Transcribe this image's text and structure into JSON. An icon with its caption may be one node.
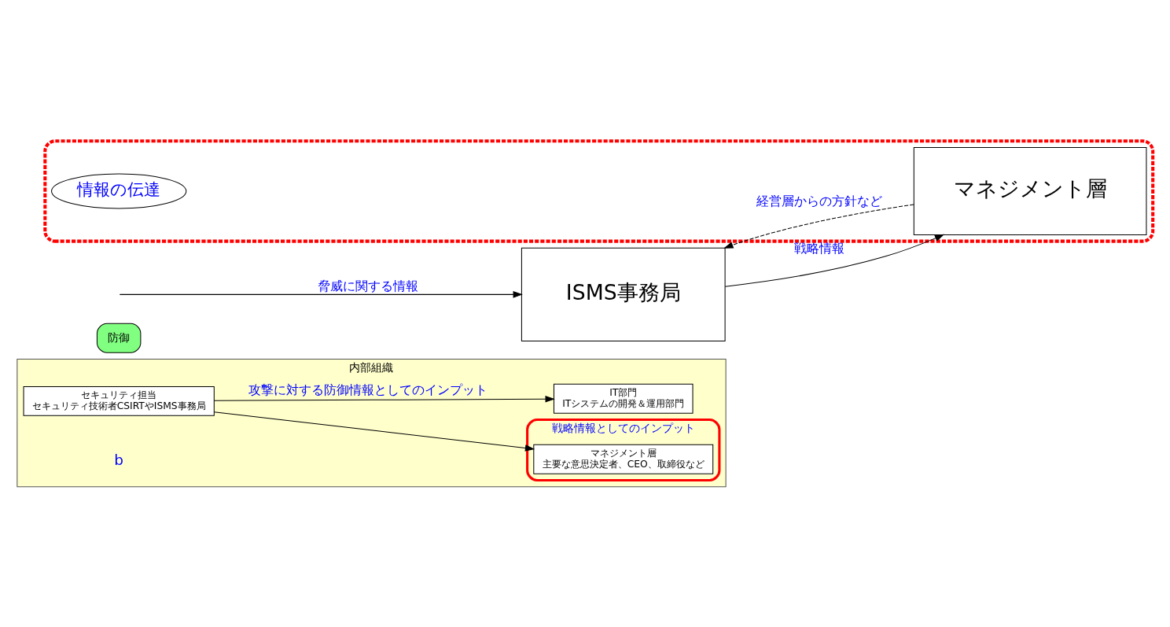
{
  "diagram": {
    "nodes": [
      {
        "text": [
          "内部組織"
        ]
      },
      {
        "text": [
          "防御"
        ]
      },
      {
        "text": [
          "戦略情報としてのインプット"
        ],
        "in": 0
      },
      {
        "text": [
          "マネジメント層",
          "主要な意思決定者、CEO、取締役など"
        ],
        "in": 2
      },
      {
        "text": [
          "セキュリティ担当",
          "セキュリティ技術者CSIRTやISMS事務局"
        ],
        "in": 0
      },
      {
        "text": [
          "IT部門",
          "ITシステムの開発＆運用部門"
        ],
        "in": 0
      },
      {
        "text": [],
        "shape": "box"
      },
      {
        "text": [
          "ISMS事務局"
        ]
      },
      {
        "text": [
          "マネジメント層"
        ],
        "in": 6
      },
      {
        "text": [
          "情報の伝達"
        ],
        "in": 6
      }
    ],
    "edges": [
      {
        "from": 4,
        "to": 3,
        "arrow": "to"
      },
      {
        "from": 4,
        "to": 5,
        "arrow": "to",
        "label": "攻撃に対する防御情報としてのインプット"
      },
      {
        "from": null,
        "to": 7,
        "arrow": "to",
        "label": "脅威に関する情報"
      },
      {
        "from": 7,
        "to": 8,
        "arrow": "to",
        "label": "戦略情報"
      },
      {
        "from": 8,
        "to": 7,
        "arrow": "to",
        "label": "経営層からの方針など",
        "style": "dashed"
      }
    ],
    "labels": [
      "b"
    ]
  }
}
